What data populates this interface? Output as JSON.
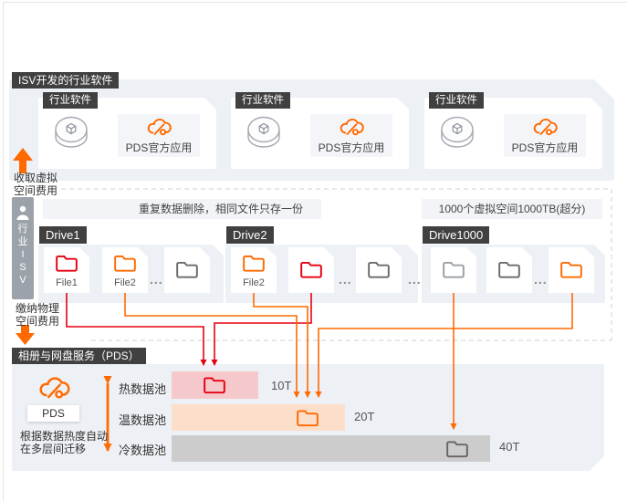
{
  "top": {
    "section_label": "ISV开发的行业软件",
    "cards": [
      {
        "tag": "行业软件",
        "app": "PDS官方应用"
      },
      {
        "tag": "行业软件",
        "app": "PDS官方应用"
      },
      {
        "tag": "行业软件",
        "app": "PDS官方应用"
      }
    ]
  },
  "left": {
    "charge_virtual_line1": "收取虚拟",
    "charge_virtual_line2": "空间费用",
    "isv_chars": [
      "行",
      "业",
      "I",
      "S",
      "V"
    ],
    "charge_physical_line1": "缴纳物理",
    "charge_physical_line2": "空间费用"
  },
  "middle": {
    "dedup_banner": "重复数据删除，相同文件只存一份",
    "quota_banner": "1000个虚拟空间1000TB(超分)",
    "ellipsis": "...",
    "drives": [
      {
        "name": "Drive1",
        "files": [
          {
            "label": "File1",
            "folder_color": "red"
          },
          {
            "label": "File2",
            "folder_color": "orange"
          },
          {
            "label": "",
            "folder_color": "gray"
          }
        ]
      },
      {
        "name": "Drive2",
        "files": [
          {
            "label": "File2",
            "folder_color": "orange"
          },
          {
            "label": "",
            "folder_color": "red"
          },
          {
            "label": "",
            "folder_color": "gray"
          }
        ]
      },
      {
        "name": "Drive1000",
        "files": [
          {
            "label": "",
            "folder_color": "light-gray"
          },
          {
            "label": "",
            "folder_color": "gray"
          },
          {
            "label": "",
            "folder_color": "orange"
          }
        ]
      }
    ]
  },
  "bottom": {
    "section_label": "相册与网盘服务（PDS）",
    "pds_badge": "PDS",
    "migrate_line1": "根据数据热度自动",
    "migrate_line2": "在多层间迁移",
    "pools": [
      {
        "label": "热数据池",
        "size": "10T",
        "folder_color": "red"
      },
      {
        "label": "温数据池",
        "size": "20T",
        "folder_color": "orange"
      },
      {
        "label": "冷数据池",
        "size": "40T",
        "folder_color": "gray"
      }
    ]
  },
  "connections": [
    {
      "from": "Drive1 File1",
      "to": "热数据池",
      "color": "red"
    },
    {
      "from": "Drive2 file",
      "to": "热数据池",
      "color": "red"
    },
    {
      "from": "Drive1 File2",
      "to": "温数据池",
      "color": "orange"
    },
    {
      "from": "Drive2 File2",
      "to": "温数据池",
      "color": "orange"
    },
    {
      "from": "Drive1000 file",
      "to": "温数据池",
      "color": "orange"
    },
    {
      "from": "Drive1000 file",
      "to": "冷数据池",
      "color": "orange"
    }
  ],
  "colors": {
    "orange": "#ff6a00",
    "red": "#e60012",
    "dark_label_bg": "#404040",
    "panel_bg": "#edf0f4",
    "hot_pool_bg": "#f5c9cb",
    "warm_pool_bg": "#fbdfca",
    "cold_pool_bg": "#cccccc",
    "gray_folder": "#6b6b6b",
    "light_gray_folder": "#9aa0a6",
    "sidebar_bg": "#9ba2aa"
  },
  "icons": [
    "pds-cloud-icon",
    "app-cylinder-icon",
    "folder-icon",
    "isv-person-icon",
    "up-arrow-icon",
    "down-arrow-icon",
    "double-arrow-icon"
  ]
}
